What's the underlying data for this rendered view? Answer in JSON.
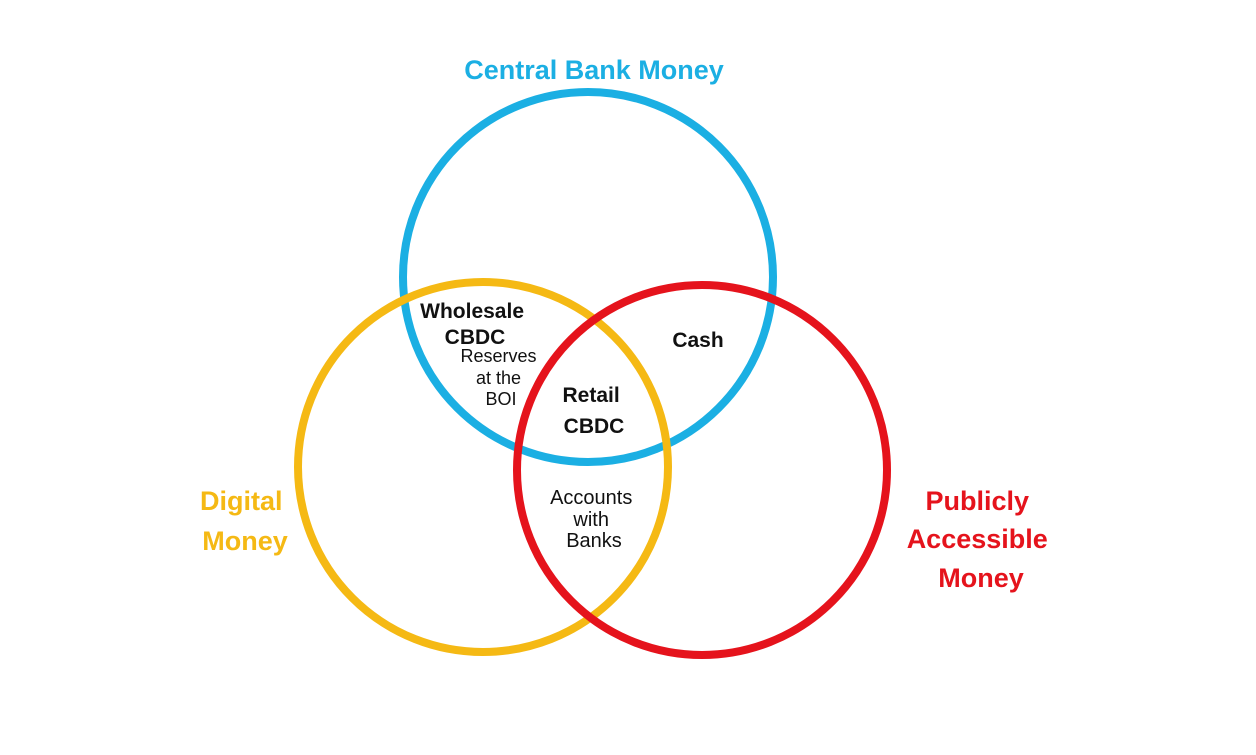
{
  "colors": {
    "central_bank": "#1bafe3",
    "digital": "#f5b914",
    "public": "#e5131c",
    "text": "#111111"
  },
  "sets": {
    "central_bank_money": {
      "label": "Central Bank Money"
    },
    "digital_money": {
      "lines": [
        "Digital",
        "Money"
      ]
    },
    "publicly_accessible_money": {
      "lines": [
        "Publicly",
        "Accessible",
        "Money"
      ]
    }
  },
  "regions": {
    "wholesale_cbdc": {
      "lines": [
        "Wholesale",
        "CBDC"
      ]
    },
    "reserves": {
      "lines": [
        "Reserves",
        "at the",
        "BOI"
      ]
    },
    "cash": {
      "label": "Cash"
    },
    "retail_cbdc": {
      "lines": [
        "Retail",
        "CBDC"
      ]
    },
    "accounts_with_banks": {
      "lines": [
        "Accounts",
        "with",
        "Banks"
      ]
    }
  }
}
